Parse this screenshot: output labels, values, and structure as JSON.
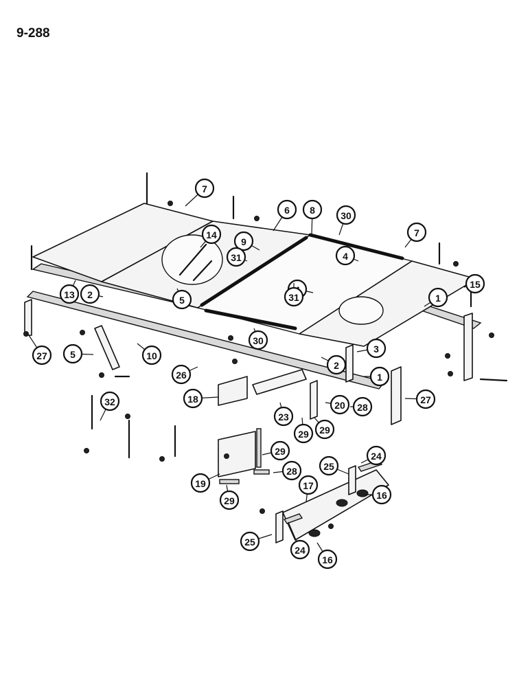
{
  "page_ref": "9-288",
  "callouts": [
    "7",
    "6",
    "8",
    "30",
    "7",
    "15",
    "14",
    "9",
    "31",
    "4",
    "4",
    "1",
    "13",
    "2",
    "5",
    "31",
    "1",
    "27",
    "5",
    "10",
    "30",
    "3",
    "2",
    "26",
    "1",
    "18",
    "20",
    "27",
    "23",
    "28",
    "29",
    "29",
    "32",
    "29",
    "19",
    "28",
    "29",
    "25",
    "24",
    "17",
    "16",
    "25",
    "24",
    "16"
  ]
}
